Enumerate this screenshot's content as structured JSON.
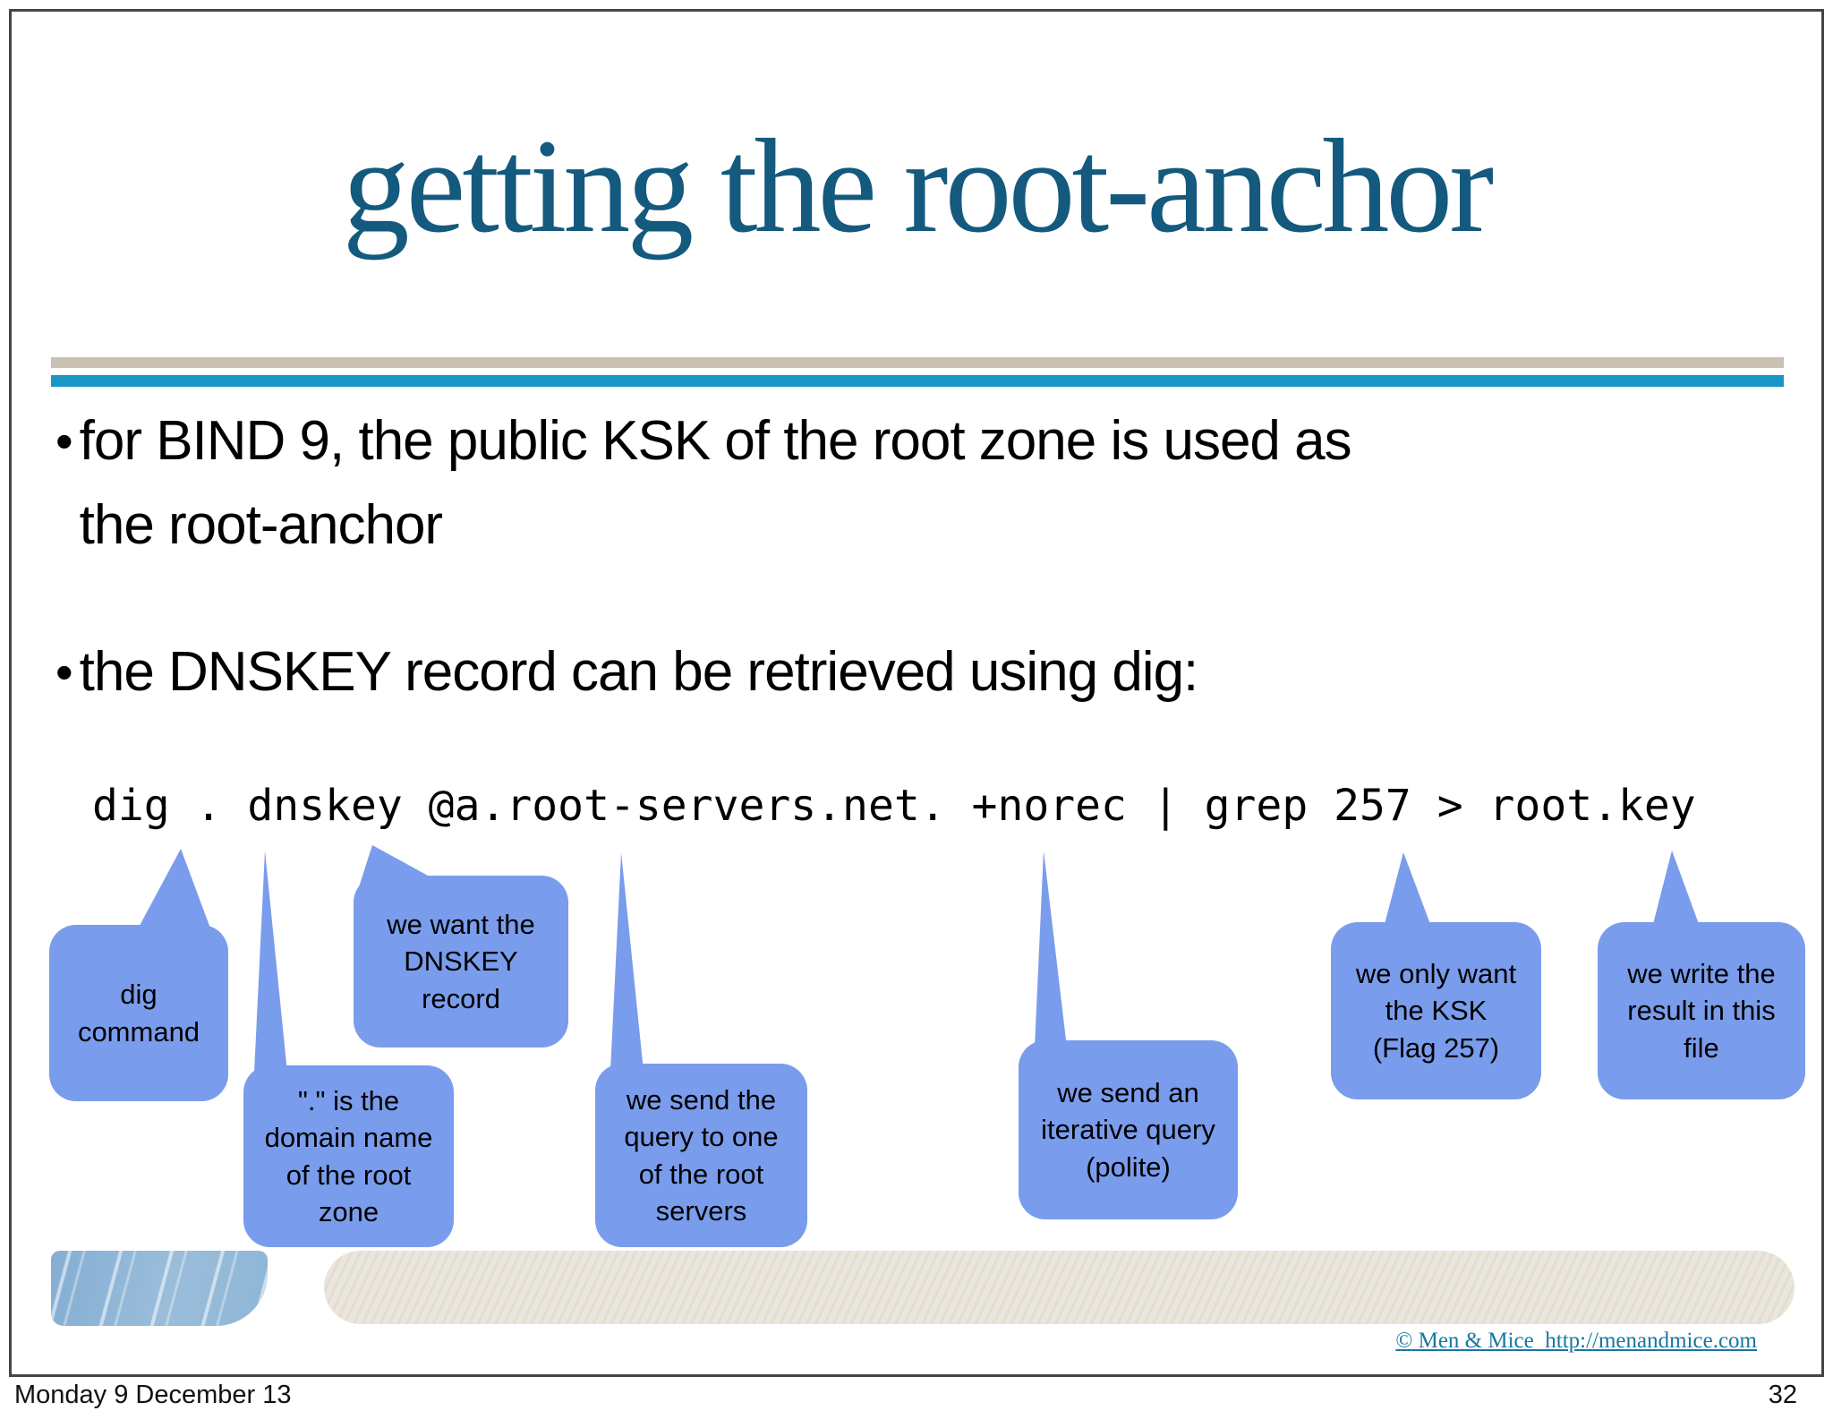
{
  "slide": {
    "title": "getting the root-anchor",
    "bullets": [
      {
        "text": "for BIND 9, the public KSK of the root zone is used as\nthe root-anchor"
      },
      {
        "text": "the DNSKEY record can be retrieved using dig:"
      }
    ],
    "command": "dig . dnskey @a.root-servers.net. +norec | grep 257 > root.key",
    "callouts": [
      {
        "text": "dig\ncommand"
      },
      {
        "text": "\".\" is the\ndomain name\nof the root\nzone"
      },
      {
        "text": "we want the\nDNSKEY\nrecord"
      },
      {
        "text": "we send the\nquery to one\nof the root\nservers"
      },
      {
        "text": "we send an\niterative query\n(polite)"
      },
      {
        "text": "we only want\nthe KSK\n(Flag 257)"
      },
      {
        "text": "we write the\nresult in this\nfile"
      }
    ],
    "credit": "© Men & Mice  http://menandmice.com"
  },
  "footer": {
    "date": "Monday 9 December 13",
    "page_number": "32"
  },
  "colors": {
    "title_teal": "#14597E",
    "divider_tan": "#C9C2B2",
    "divider_blue": "#1995C6",
    "callout_blue": "#7A9CEC",
    "credit_teal": "#1878A0"
  }
}
